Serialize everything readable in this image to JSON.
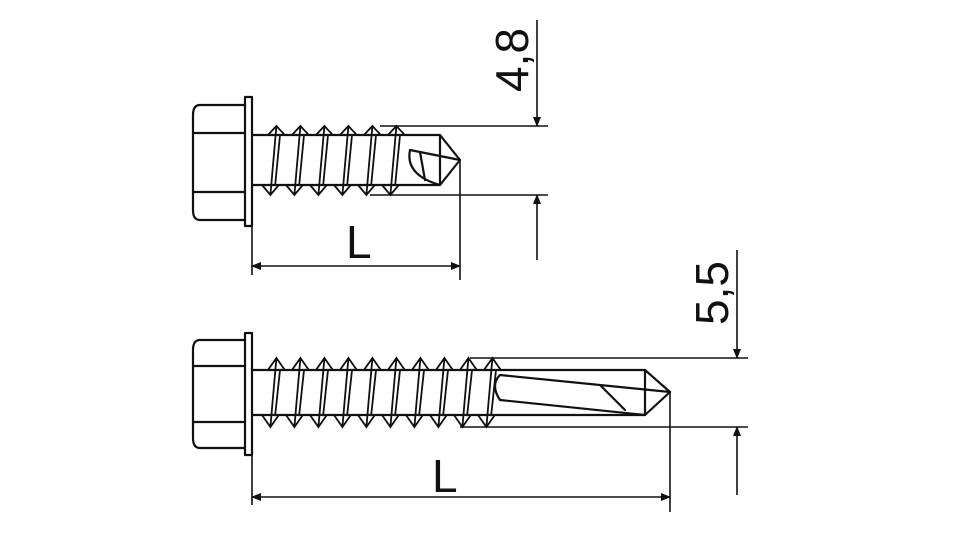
{
  "screws": [
    {
      "name": "short-screw",
      "diameter_label": "4,8",
      "length_label": "L"
    },
    {
      "name": "long-screw",
      "diameter_label": "5,5",
      "length_label": "L"
    }
  ]
}
